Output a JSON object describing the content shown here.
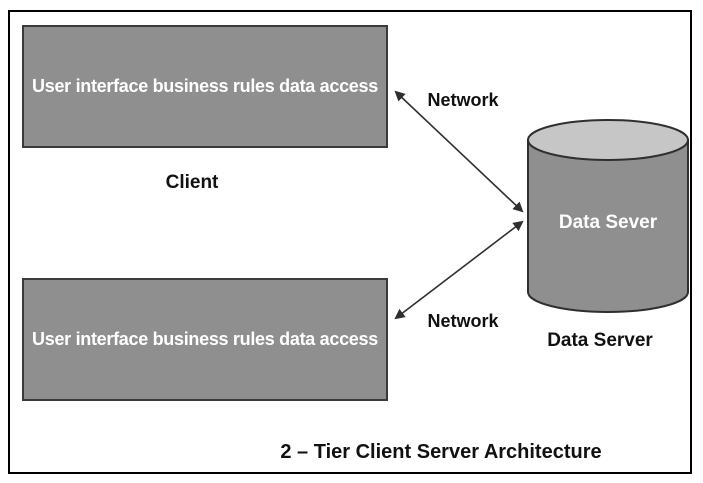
{
  "diagram": {
    "title": "2 – Tier Client Server Architecture",
    "clients": [
      {
        "box_label": "User interface business rules data access",
        "caption": "Client"
      },
      {
        "box_label": "User interface business rules data access"
      }
    ],
    "server": {
      "cylinder_label": "Data Sever",
      "caption": "Data Server"
    },
    "links": [
      {
        "label": "Network"
      },
      {
        "label": "Network"
      }
    ],
    "icons": {
      "database_cylinder": "database-cylinder-icon",
      "arrows": "double-headed-arrow"
    },
    "colors": {
      "box_fill": "#8f8f8f",
      "box_border": "#3a3a3a",
      "cylinder_body": "#8f8f8f",
      "cylinder_top": "#c6c6c6",
      "outline": "#2f2f2f",
      "text_on_gray": "#ffffff",
      "text_dark": "#111111",
      "frame_border": "#000000",
      "background": "#ffffff"
    }
  }
}
